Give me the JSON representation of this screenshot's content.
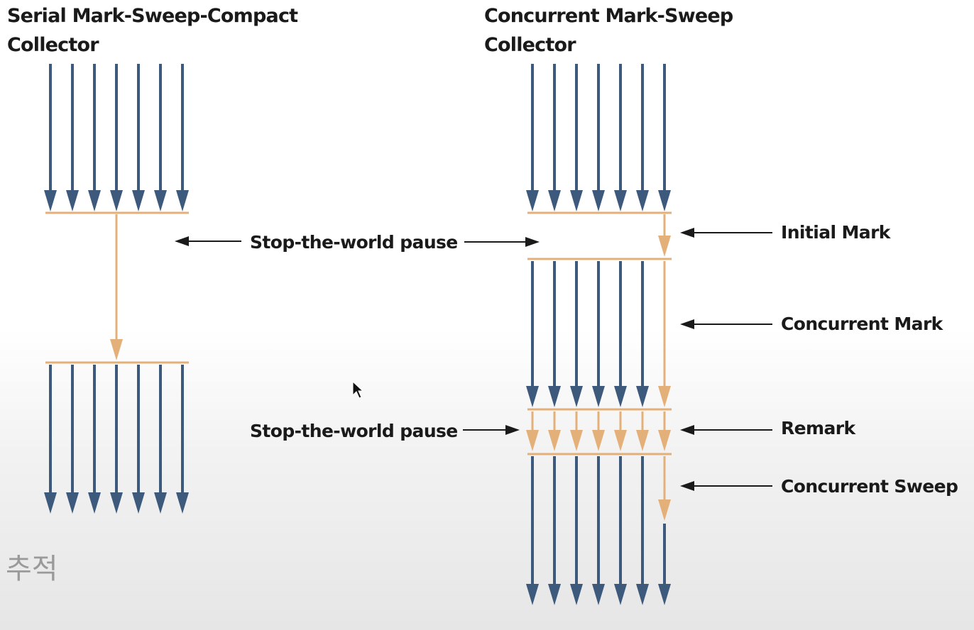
{
  "titles": {
    "serial": "Serial Mark-Sweep-Compact\nCollector",
    "concurrent": "Concurrent Mark-Sweep\nCollector"
  },
  "labels": {
    "stw_pause_1": "Stop-the-world pause",
    "stw_pause_2": "Stop-the-world pause",
    "initial_mark": "Initial Mark",
    "concurrent_mark": "Concurrent Mark",
    "remark": "Remark",
    "concurrent_sweep": "Concurrent Sweep"
  },
  "watermark": "추적",
  "colors": {
    "app_thread": "#3d5a7d",
    "gc_thread": "#e3b07a",
    "pointer": "#1a1a1a"
  }
}
